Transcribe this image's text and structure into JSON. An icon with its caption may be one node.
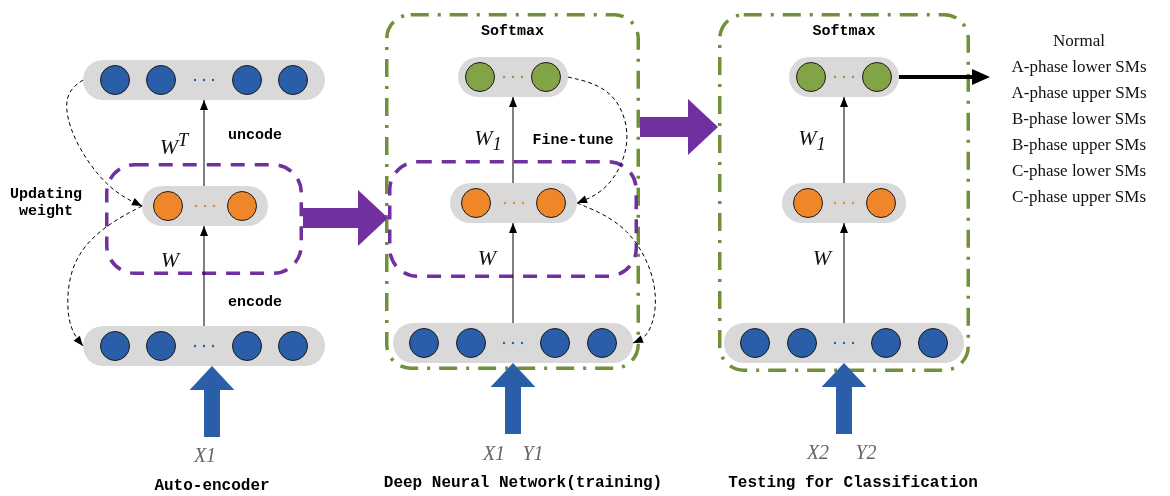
{
  "diagram": {
    "nodes": [
      {
        "text": [],
        "shape": "pill"
      },
      {
        "text": [],
        "shape": "box"
      },
      {
        "text": [],
        "shape": "pill",
        "in": 1
      },
      {
        "text": [],
        "shape": "pill"
      },
      {
        "text": [
          "Softmax"
        ]
      },
      {
        "text": [],
        "shape": "pill",
        "in": 4
      },
      {
        "text": [],
        "shape": "box",
        "in": 4
      },
      {
        "text": [],
        "shape": "pill",
        "in": 6
      },
      {
        "text": [],
        "shape": "pill",
        "in": 4
      },
      {
        "text": [
          "Softmax"
        ]
      },
      {
        "text": [],
        "shape": "pill",
        "in": 9
      },
      {
        "text": [],
        "shape": "pill",
        "in": 9
      },
      {
        "text": [],
        "shape": "pill",
        "in": 9
      },
      {
        "text": [
          "Normal",
          "A-phase lower SMs",
          "A-phase upper SMs",
          "B-phase lower SMs",
          "B-phase upper SMs",
          "C-phase lower SMs",
          "C-phase upper SMs"
        ]
      }
    ],
    "edges": [
      {
        "from": 3,
        "to": 2,
        "arrow": "to"
      },
      {
        "from": 2,
        "to": 0,
        "arrow": "to"
      },
      {
        "from": 0,
        "to": 2,
        "arrow": "to",
        "style": "dashed"
      },
      {
        "from": 2,
        "to": 3,
        "arrow": "to",
        "style": "dashed"
      },
      {
        "from": null,
        "to": 3,
        "arrow": "to",
        "style": "thick",
        "color": "#2a5ea8"
      },
      {
        "from": 1,
        "to": 6,
        "arrow": "to",
        "style": "thick",
        "color": "#7030a0"
      },
      {
        "from": 8,
        "to": 7,
        "arrow": "to"
      },
      {
        "from": 7,
        "to": 5,
        "arrow": "to"
      },
      {
        "from": 5,
        "to": 7,
        "arrow": "to",
        "style": "dashed"
      },
      {
        "from": 7,
        "to": 8,
        "arrow": "to",
        "style": "dashed"
      },
      {
        "from": null,
        "to": 8,
        "arrow": "to",
        "style": "thick",
        "color": "#2a5ea8"
      },
      {
        "from": 4,
        "to": 9,
        "arrow": "to",
        "style": "thick",
        "color": "#7030a0"
      },
      {
        "from": 12,
        "to": 11,
        "arrow": "to"
      },
      {
        "from": 11,
        "to": 10,
        "arrow": "to"
      },
      {
        "from": 10,
        "to": 13,
        "arrow": "to",
        "style": "thick"
      },
      {
        "from": null,
        "to": 12,
        "arrow": "to",
        "style": "thick",
        "color": "#2a5ea8"
      }
    ],
    "labels": [
      "W$^{T}$",
      "uncode",
      "Updating weight",
      "W",
      "encode",
      "X1",
      "Auto-encoder",
      "W$_{1}$",
      "Fine-tune",
      "W",
      "X1",
      "Y1",
      "Deep Neural Network(training)",
      "W$_{1}$",
      "W",
      "X2",
      "Y2",
      "Testing for Classification"
    ]
  }
}
